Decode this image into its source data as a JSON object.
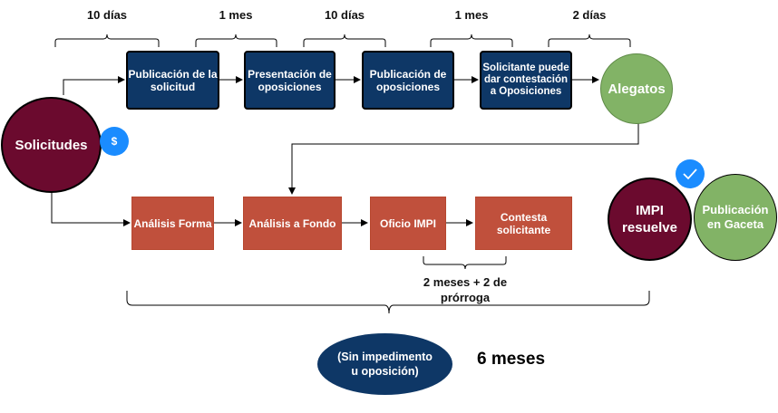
{
  "durations": [
    "10 días",
    "1 mes",
    "10 días",
    "1 mes",
    "2 días"
  ],
  "top_steps": [
    "Publicación de la solicitud",
    "Presentación de oposiciones",
    "Publicación de oposiciones",
    "Solicitante puede dar contestación a Oposiciones"
  ],
  "alegatos": "Alegatos",
  "solicitudes": "Solicitudes",
  "fee_icon": "$",
  "check_icon": "check-icon",
  "bottom_steps": [
    "Análisis Forma",
    "Análisis a Fondo",
    "Oficio IMPI",
    "Contesta solicitante"
  ],
  "oficio_duration": "2 meses + 2 de prórroga",
  "impi_resuelve": "IMPI resuelve",
  "publicacion_gaceta": "Publicación en Gaceta",
  "sin_impedimento": "(Sin impedimento u oposición)",
  "total": "6 meses",
  "colors": {
    "navy": "#0e3766",
    "rust": "#c0503c",
    "maroon": "#6b0a2e",
    "green": "#82b366",
    "blue_badge": "#1a8cff"
  }
}
